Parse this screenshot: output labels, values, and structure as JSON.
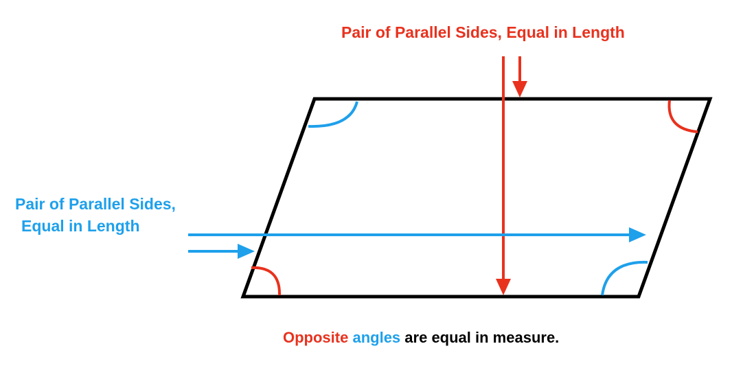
{
  "labels": {
    "top": "Pair of Parallel Sides, Equal in Length",
    "left_line1": "Pair of Parallel Sides,",
    "left_line2": "Equal in Length"
  },
  "caption": {
    "part1": "Opposite",
    "part2": "angles",
    "part3": "are equal in measure."
  },
  "colors": {
    "red": "#e8321e",
    "blue": "#1ea0eb",
    "black": "#000000"
  }
}
